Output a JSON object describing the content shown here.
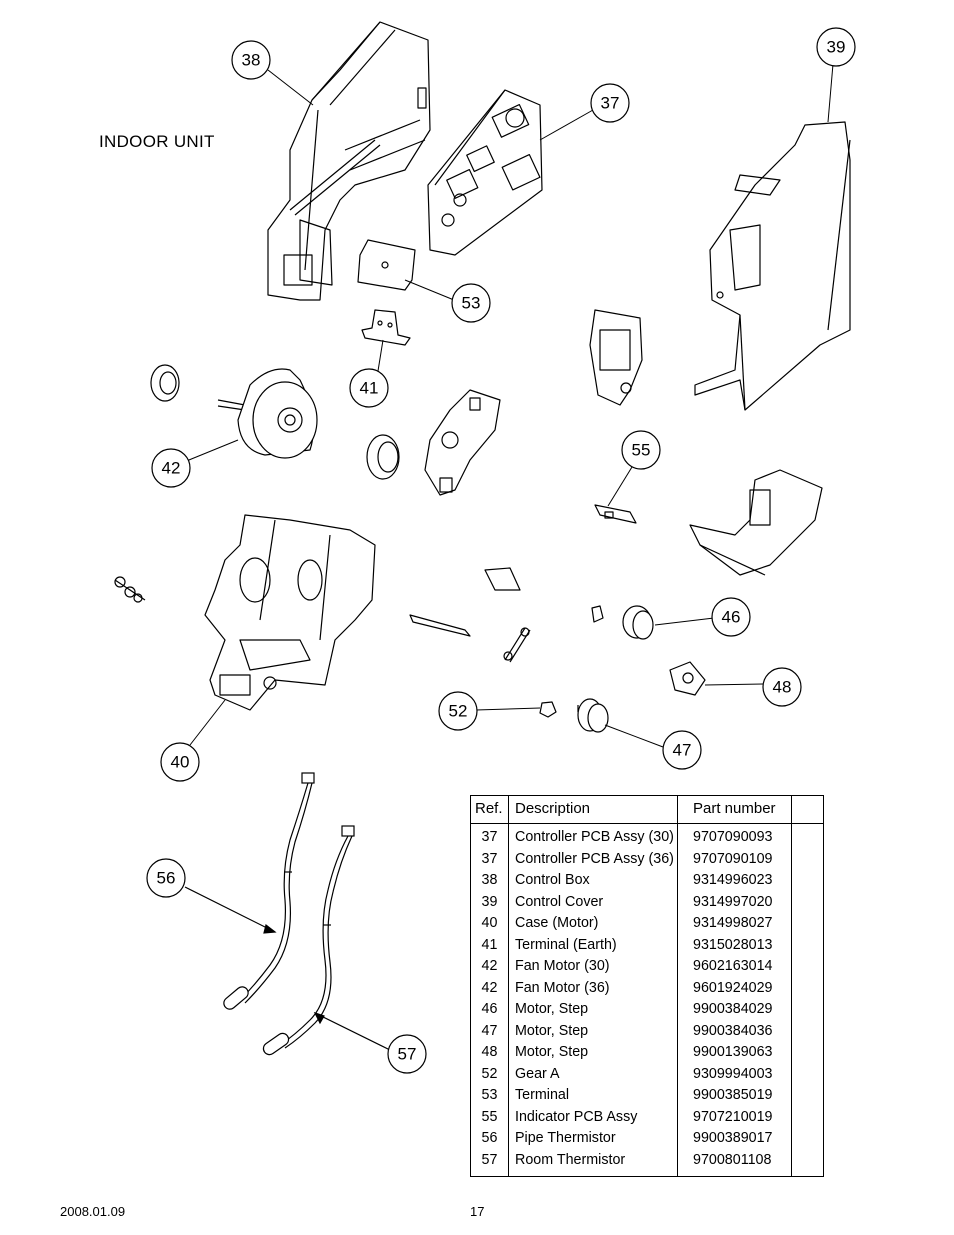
{
  "section_title": "INDOOR UNIT",
  "callouts": [
    "37",
    "38",
    "39",
    "40",
    "41",
    "42",
    "46",
    "47",
    "48",
    "52",
    "53",
    "55",
    "56",
    "57"
  ],
  "table": {
    "headers": {
      "ref": "Ref.",
      "description": "Description",
      "part_number": "Part number"
    },
    "rows": [
      {
        "ref": "37",
        "description": "Controller PCB Assy (30)",
        "part_number": "9707090093"
      },
      {
        "ref": "37",
        "description": "Controller PCB Assy (36)",
        "part_number": "9707090109"
      },
      {
        "ref": "38",
        "description": "Control Box",
        "part_number": "9314996023"
      },
      {
        "ref": "39",
        "description": "Control Cover",
        "part_number": "9314997020"
      },
      {
        "ref": "40",
        "description": "Case (Motor)",
        "part_number": "9314998027"
      },
      {
        "ref": "41",
        "description": "Terminal (Earth)",
        "part_number": "9315028013"
      },
      {
        "ref": "42",
        "description": "Fan Motor (30)",
        "part_number": "9602163014"
      },
      {
        "ref": "42",
        "description": "Fan Motor (36)",
        "part_number": "9601924029"
      },
      {
        "ref": "46",
        "description": "Motor, Step",
        "part_number": "9900384029"
      },
      {
        "ref": "47",
        "description": "Motor, Step",
        "part_number": "9900384036"
      },
      {
        "ref": "48",
        "description": "Motor, Step",
        "part_number": "9900139063"
      },
      {
        "ref": "52",
        "description": "Gear A",
        "part_number": "9309994003"
      },
      {
        "ref": "53",
        "description": "Terminal",
        "part_number": "9900385019"
      },
      {
        "ref": "55",
        "description": "Indicator PCB Assy",
        "part_number": "9707210019"
      },
      {
        "ref": "56",
        "description": "Pipe Thermistor",
        "part_number": "9900389017"
      },
      {
        "ref": "57",
        "description": "Room Thermistor",
        "part_number": "9700801108"
      }
    ]
  },
  "footer": {
    "date": "2008.01.09",
    "page": "17"
  }
}
